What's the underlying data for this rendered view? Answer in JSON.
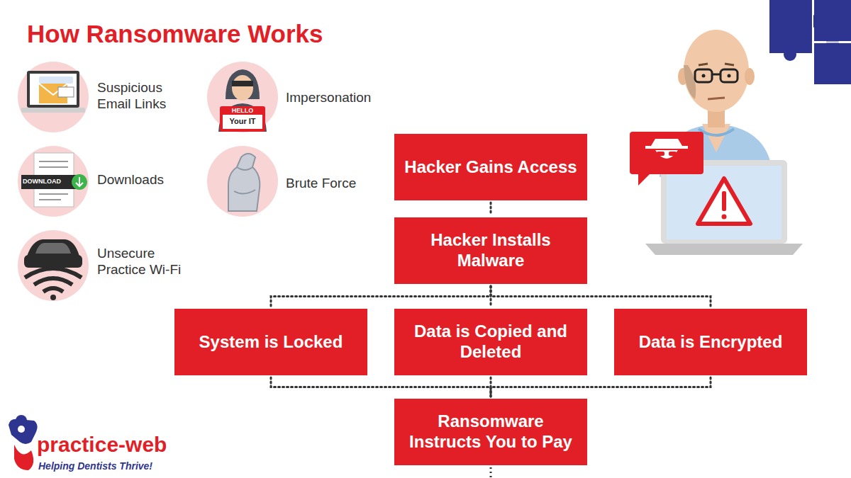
{
  "diagram": {
    "title": "How Ransomware Works",
    "nodes": [
      {
        "text": [
          "Hacker Gains Access"
        ]
      },
      {
        "text": [
          "Hacker Installs Malware"
        ]
      },
      {
        "text": [
          "System is Locked"
        ]
      },
      {
        "text": [
          "Data is Copied and Deleted"
        ]
      },
      {
        "text": [
          "Data is Encrypted"
        ]
      },
      {
        "text": [
          "Ransomware Instructs You to Pay"
        ]
      }
    ],
    "edges": [
      {
        "from": 0,
        "to": 1,
        "arrow": "none"
      },
      {
        "from": 1,
        "to": 2,
        "arrow": "none"
      },
      {
        "from": 1,
        "to": 3,
        "arrow": "none"
      },
      {
        "from": 1,
        "to": 4,
        "arrow": "none"
      },
      {
        "from": 2,
        "to": 5,
        "arrow": "none"
      },
      {
        "from": 3,
        "to": 5,
        "arrow": "none"
      },
      {
        "from": 4,
        "to": 5,
        "arrow": "none"
      }
    ],
    "labels": [
      "Suspicious Email Links",
      "Impersonation",
      "Downloads",
      "Brute Force",
      "Unsecure Practice Wi-Fi",
      "HELLO",
      "Your IT",
      "DOWNLOAD",
      "practice-web",
      "Helping Dentists Thrive!"
    ]
  }
}
